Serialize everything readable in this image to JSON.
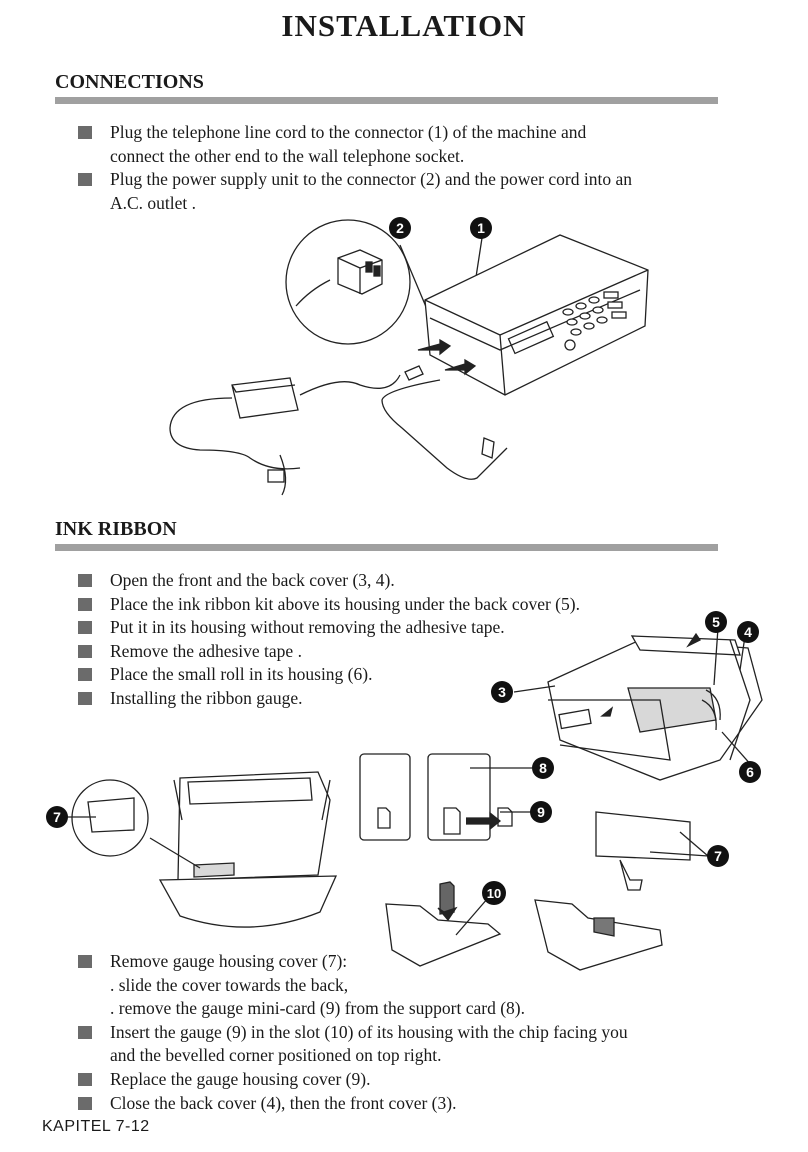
{
  "page": {
    "title": "INSTALLATION",
    "footer": "KAPITEL 7-12"
  },
  "connections": {
    "heading": "CONNECTIONS",
    "bullets": [
      [
        "Plug the telephone line cord to the connector (1) of the machine and",
        "connect the other end to the wall telephone socket."
      ],
      [
        "Plug the power supply unit to the connector (2) and the power cord into an",
        "A.C. outlet ."
      ]
    ],
    "callouts": [
      "2",
      "1"
    ]
  },
  "ink_ribbon": {
    "heading": "INK RIBBON",
    "bullets": [
      "Open the front and the back cover (3, 4).",
      "Place the ink ribbon kit above its housing under the back cover (5).",
      "Put it in its housing without removing the adhesive tape.",
      "Remove the adhesive tape .",
      "Place the small roll in its housing (6).",
      "Installing the ribbon gauge."
    ],
    "callouts": [
      "5",
      "4",
      "3",
      "6"
    ]
  },
  "gauge": {
    "callouts": [
      "7",
      "8",
      "9",
      "7",
      "10"
    ],
    "bullets": [
      [
        "Remove gauge housing cover (7):",
        ". slide the cover towards the back,",
        ". remove the gauge mini-card (9) from the support card (8)."
      ],
      [
        " Insert the gauge (9) in the slot (10) of its housing with the chip facing  you",
        " and  the bevelled corner positioned on top right."
      ],
      [
        "Replace the gauge housing cover (9)."
      ],
      [
        "Close the back cover (4), then the front cover (3)."
      ]
    ]
  },
  "icons": [
    "fax-machine-illustration",
    "power-adapter-illustration",
    "connector-detail-illustration",
    "printer-open-illustration",
    "gauge-card-illustration",
    "gauge-housing-illustration"
  ]
}
